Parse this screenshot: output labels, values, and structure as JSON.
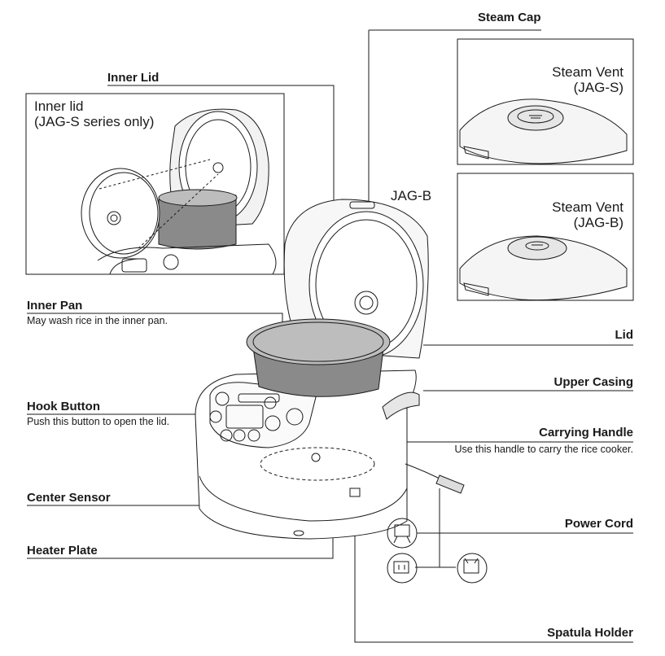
{
  "labels": {
    "steam_cap": "Steam Cap",
    "inner_lid": "Inner Lid",
    "inner_lid_note_1": "Inner lid",
    "inner_lid_note_2": "(JAG-S series only)",
    "model_b": "JAG-B",
    "steam_vent_s_1": "Steam Vent",
    "steam_vent_s_2": "(JAG-S)",
    "steam_vent_b_1": "Steam Vent",
    "steam_vent_b_2": "(JAG-B)",
    "inner_pan": "Inner Pan",
    "inner_pan_desc": "May wash rice in the inner pan.",
    "lid": "Lid",
    "upper_casing": "Upper Casing",
    "hook_button": "Hook Button",
    "hook_button_desc": "Push this button to open the lid.",
    "carrying_handle": "Carrying Handle",
    "carrying_handle_desc": "Use this handle to carry the rice cooker.",
    "center_sensor": "Center Sensor",
    "power_cord": "Power Cord",
    "heater_plate": "Heater Plate",
    "spatula_holder": "Spatula Holder"
  },
  "colors": {
    "line": "#1a1a1a",
    "pan_gray": "#8a8a8a",
    "light_gray": "#cfcfcf"
  },
  "icons": [
    "steam-vent-icon",
    "plug-icon"
  ]
}
